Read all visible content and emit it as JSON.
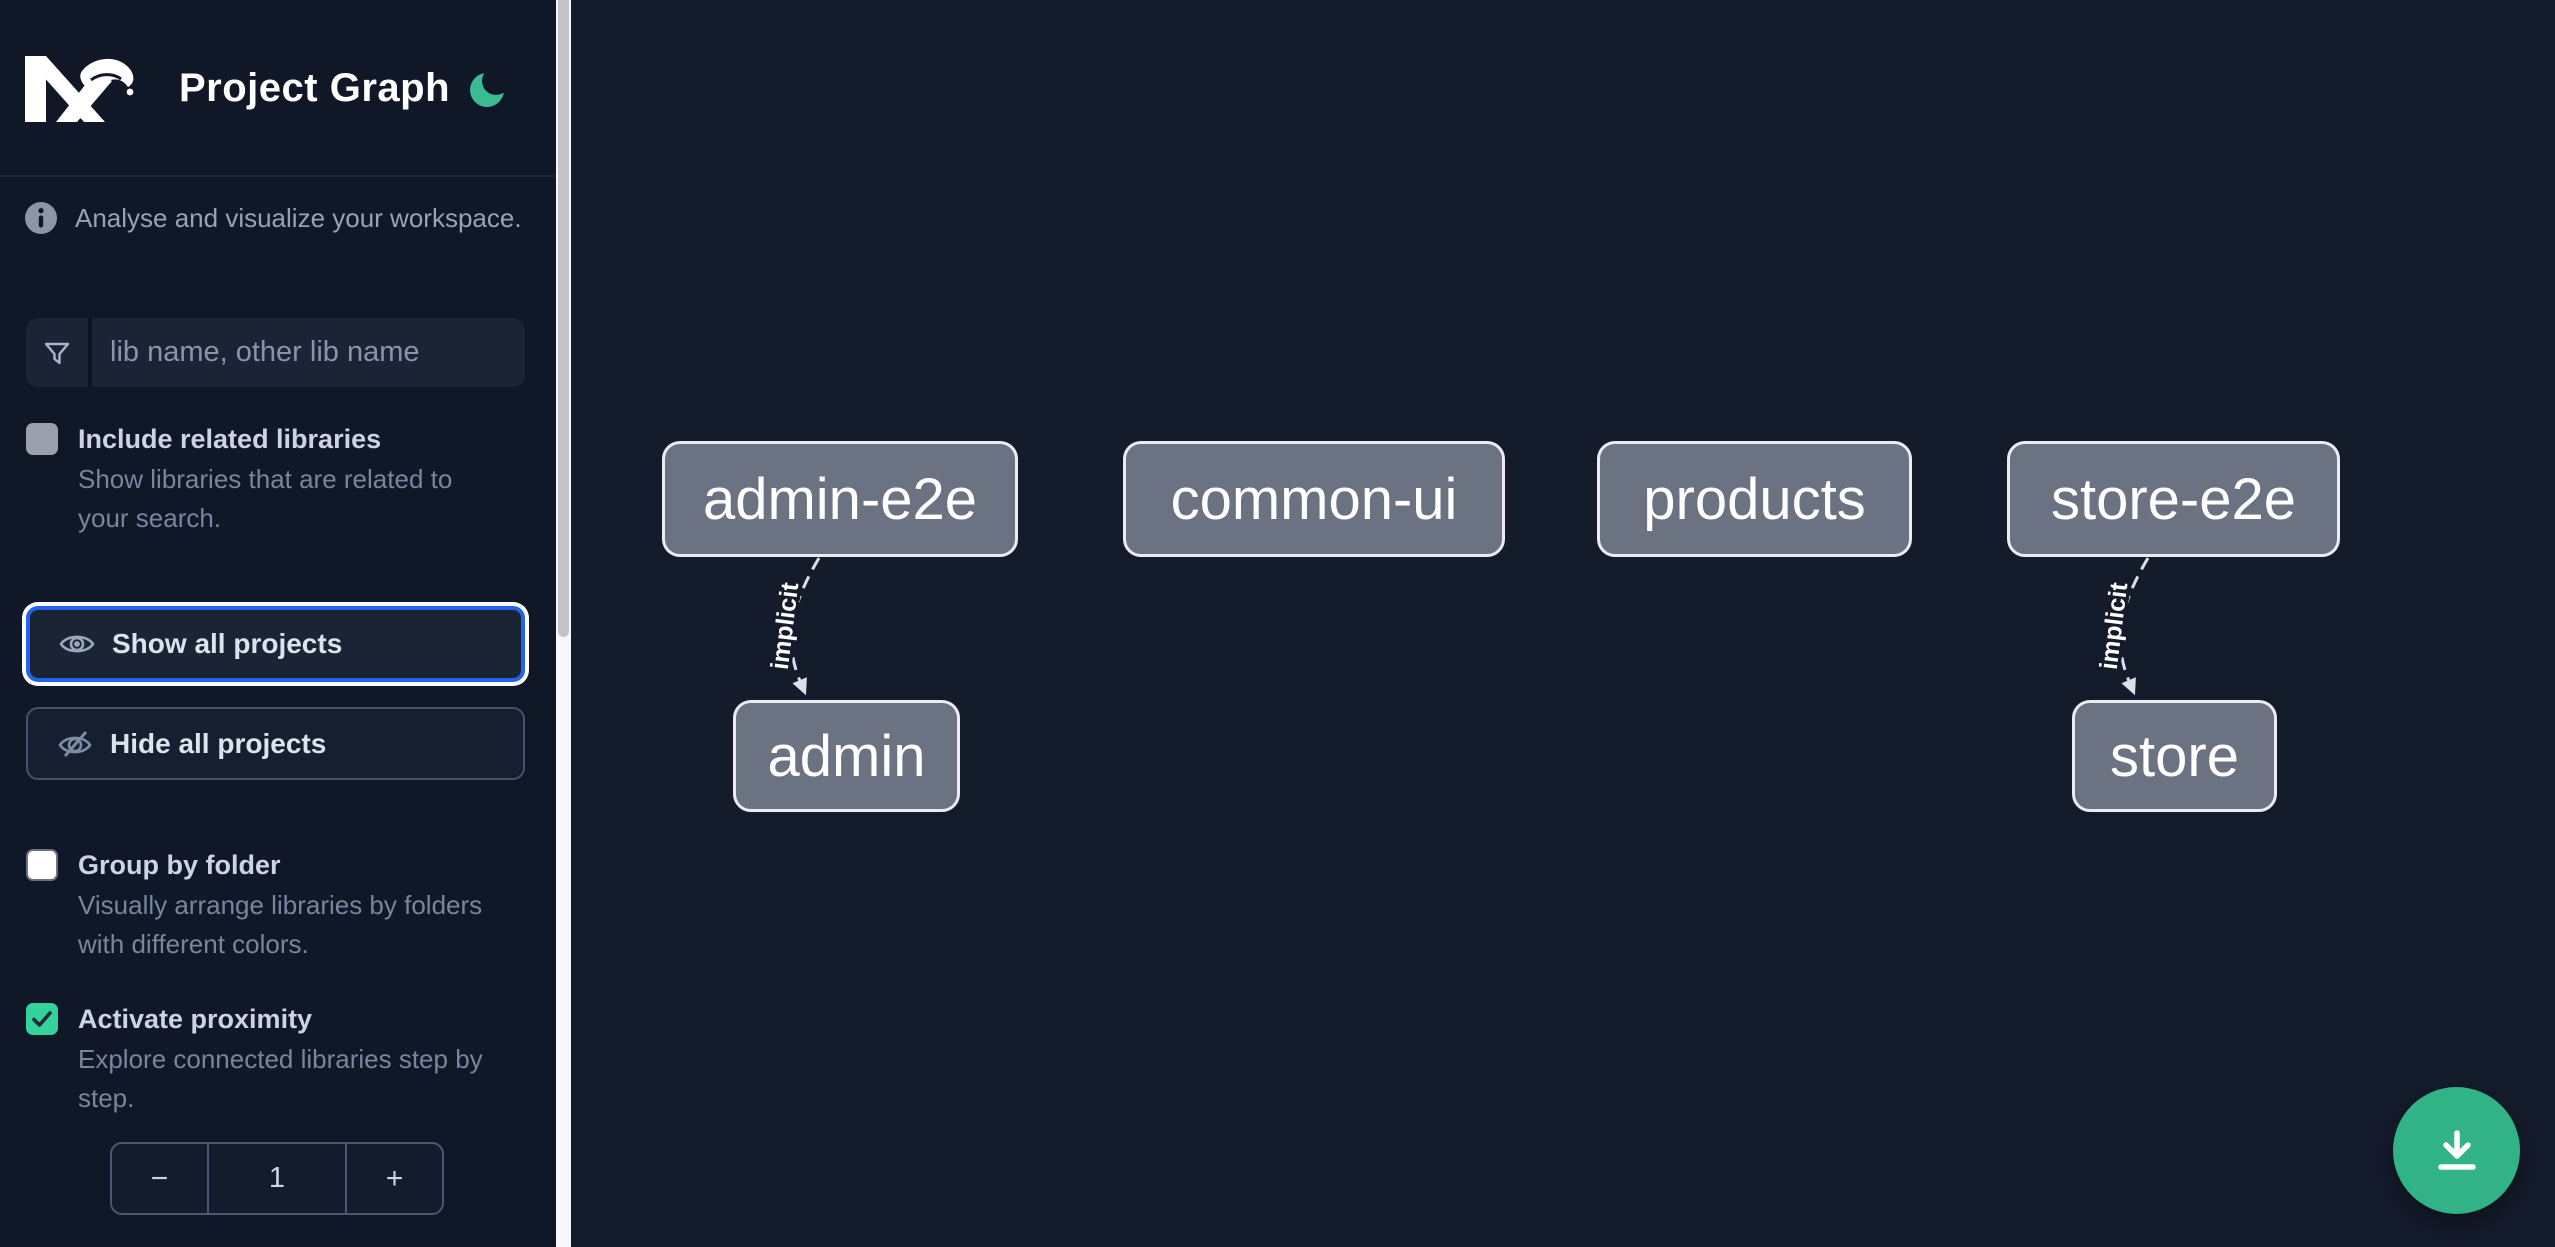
{
  "header": {
    "title": "Project Graph",
    "logo": "nx-logo",
    "theme_icon": "moon-icon"
  },
  "sidebar": {
    "info": "Analyse and visualize your workspace.",
    "search": {
      "placeholder": "lib name, other lib name",
      "value": ""
    },
    "toggles": [
      {
        "label": "Include related libraries",
        "description": "Show libraries that are related to your search.",
        "checked": false,
        "disabled": true
      },
      {
        "label": "Group by folder",
        "description": "Visually arrange libraries by folders with different colors.",
        "checked": false
      },
      {
        "label": "Activate proximity",
        "description": "Explore connected libraries step by step.",
        "checked": true
      }
    ],
    "buttons": [
      {
        "label": "Show all projects",
        "icon": "eye-icon",
        "focused": true
      },
      {
        "label": "Hide all projects",
        "icon": "eye-off-icon",
        "focused": false
      }
    ],
    "stepper": {
      "decrement": "−",
      "value": "1",
      "increment": "+"
    }
  },
  "graph": {
    "nodes": [
      {
        "label": "admin-e2e"
      },
      {
        "label": "common-ui"
      },
      {
        "label": "products"
      },
      {
        "label": "store-e2e"
      },
      {
        "label": "admin"
      },
      {
        "label": "store"
      }
    ],
    "edges": [
      {
        "from": "admin-e2e",
        "to": "admin",
        "label": "implicit",
        "style": "dashed"
      },
      {
        "from": "store-e2e",
        "to": "store",
        "label": "implicit",
        "style": "dashed"
      }
    ]
  },
  "fab": {
    "icon": "download-icon"
  },
  "icons": {
    "filter": "funnel outline",
    "info": "circled letter i",
    "moon": "crescent",
    "check": "checkmark",
    "eye": "eye outline",
    "eye_off": "eye with slash",
    "download": "arrow down to tray"
  },
  "colors": {
    "sidebar_bg": "#101727",
    "canvas_bg": "#141b2b",
    "accent_blue": "#2563eb",
    "accent_green": "#34d39b",
    "fab_green": "#31b287",
    "node_fill": "#6b7383",
    "node_border": "#e9ecf0",
    "edge": "#dbe0e7"
  }
}
